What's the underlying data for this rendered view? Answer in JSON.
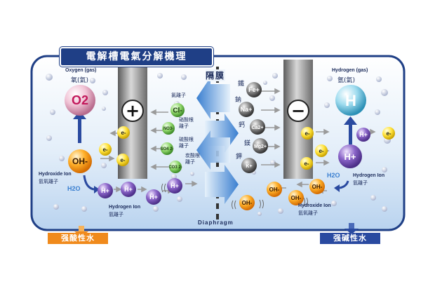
{
  "title": "電解槽電氣分解機理",
  "membrane_label": "隔膜",
  "diaphragm_label": "Diaphragm",
  "acid_water_label": "强酸性水",
  "alkaline_water_label": "强碱性水",
  "left": {
    "gas_en": "Oxygen (gas)",
    "gas_cn": "氧(氣)",
    "molecule": "O2",
    "electrode_symbol": "+",
    "hydroxide_en": "Hydroxide Ion",
    "hydroxide_cn": "氫氧離子",
    "ion_oh": "OH-",
    "electron": "e-",
    "water": "H2O",
    "hydrogen_en": "Hydrogen Ion",
    "hydrogen_cn": "氫離子",
    "ion_h": "H+"
  },
  "right": {
    "gas_en": "Hydrogen (gas)",
    "gas_cn": "氫(氣)",
    "molecule": "H",
    "electrode_symbol": "−",
    "hydrogen_en": "Hydrogen Ion",
    "hydrogen_cn": "氫離子",
    "ion_h": "H+",
    "electron": "e-",
    "water": "H2O",
    "hydroxide_en": "Hydroxide Ion",
    "hydroxide_cn": "氫氧離子",
    "ion_oh": "OH-"
  },
  "anions": [
    {
      "cn": "氯離子",
      "symbol": "Cl-"
    },
    {
      "cn": "硝酸根離子",
      "symbol": "NO3-"
    },
    {
      "cn": "硫酸根離子",
      "symbol": "SO4 2-"
    },
    {
      "cn": "炭酸根離子",
      "symbol": "CO3 2-"
    }
  ],
  "cations": [
    {
      "cn": "鐵",
      "symbol": "Fe+"
    },
    {
      "cn": "鈉",
      "symbol": "Na+"
    },
    {
      "cn": "鈣",
      "symbol": "Ca2+"
    },
    {
      "cn": "鎂",
      "symbol": "Mg2+"
    },
    {
      "cn": "鉀",
      "symbol": "K+"
    }
  ],
  "colors": {
    "frame": "#1f3f86",
    "acid": "#f08a1c",
    "alkali": "#2a4aa0",
    "electrode": "#8a8a8a",
    "arrow": "#3a7fd0"
  }
}
